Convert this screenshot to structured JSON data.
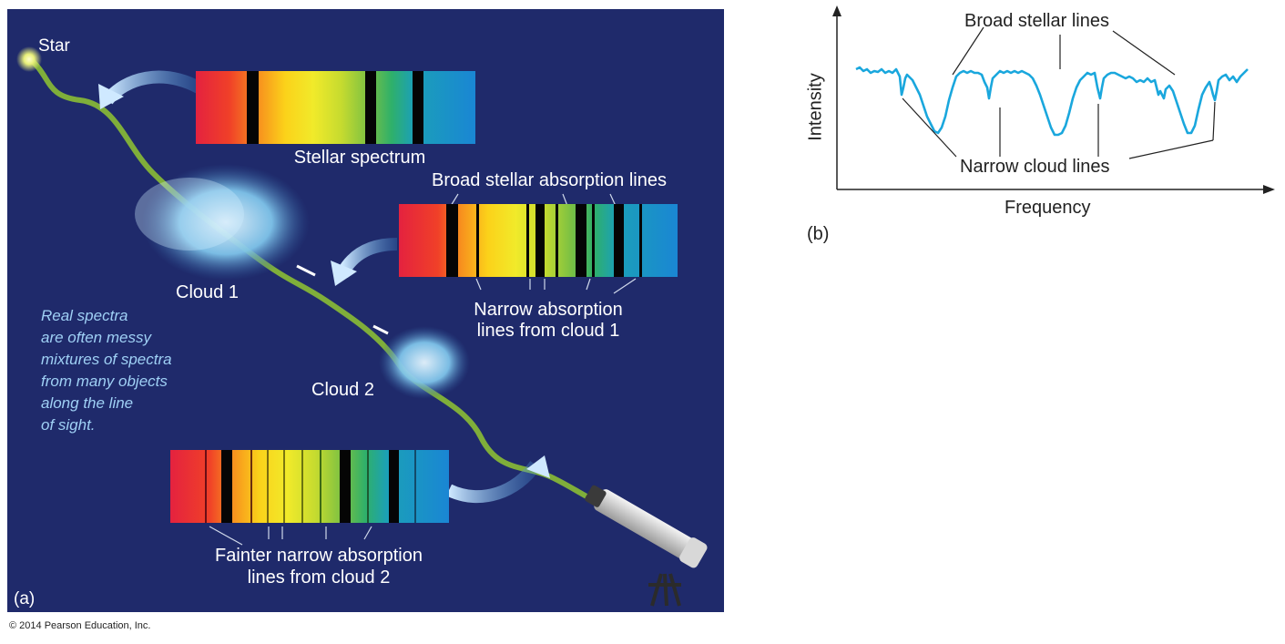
{
  "panel_a": {
    "label": "(a)",
    "star_label": "Star",
    "stellar_spectrum_label": "Stellar spectrum",
    "broad_lines_label": "Broad stellar absorption lines",
    "cloud1_label": "Cloud 1",
    "cloud2_label": "Cloud 2",
    "narrow_lines_label_1": "Narrow absorption",
    "narrow_lines_label_2": "lines from cloud 1",
    "fainter_lines_label_1": "Fainter narrow absorption",
    "fainter_lines_label_2": "lines from cloud 2",
    "note_lines": [
      "Real spectra",
      "are often messy",
      "mixtures of spectra",
      "from many objects",
      "along the line",
      "of sight."
    ]
  },
  "panel_b": {
    "label": "(b)",
    "xlabel": "Frequency",
    "ylabel": "Intensity",
    "broad_lines_label": "Broad stellar lines",
    "narrow_lines_label": "Narrow cloud lines"
  },
  "copyright": "© 2014 Pearson Education, Inc.",
  "colors": {
    "background": "#1f2a6b",
    "curve": "#1aa7dd",
    "note_text": "#9fd0f5",
    "path": "#7fae3a"
  }
}
